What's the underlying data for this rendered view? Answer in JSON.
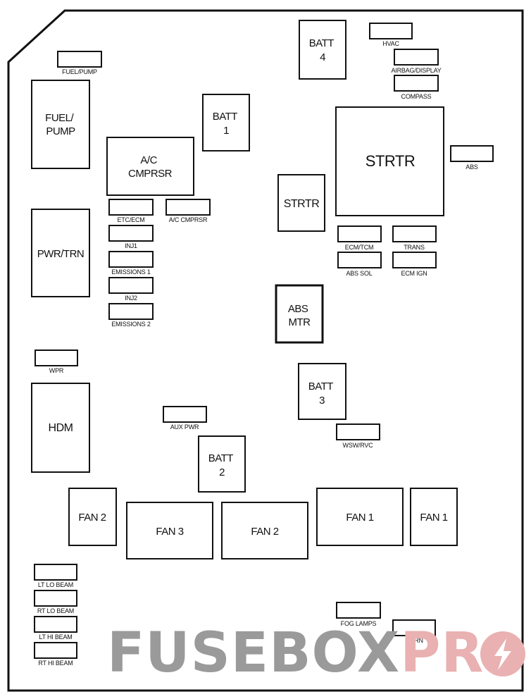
{
  "relays": {
    "batt4": [
      "BATT",
      "4"
    ],
    "batt1": [
      "BATT",
      "1"
    ],
    "fuel_pump": [
      "FUEL/",
      "PUMP"
    ],
    "ac_cmprsr": [
      "A/C",
      "CMPRSR"
    ],
    "strtr_large": [
      "STRTR"
    ],
    "strtr_small": [
      "STRTR"
    ],
    "pwr_trn": [
      "PWR/TRN"
    ],
    "abs_mtr": [
      "ABS",
      "MTR"
    ],
    "batt3": [
      "BATT",
      "3"
    ],
    "hdm": [
      "HDM"
    ],
    "batt2": [
      "BATT",
      "2"
    ],
    "fan2_left": [
      "FAN 2"
    ],
    "fan3": [
      "FAN 3"
    ],
    "fan2_mid": [
      "FAN 2"
    ],
    "fan1_mid": [
      "FAN 1"
    ],
    "fan1_right": [
      "FAN 1"
    ]
  },
  "fuses": {
    "hvac": "HVAC",
    "airbag_display": "AIRBAG/DISPLAY",
    "compass": "COMPASS",
    "fuel_pump": "FUEL/PUMP",
    "abs": "ABS",
    "etc_ecm": "ETC/ECM",
    "ac_cmprsr": "A/C CMPRSR",
    "inj1": "INJ1",
    "emissions1": "EMISSIONS 1",
    "inj2": "INJ2",
    "emissions2": "EMISSIONS 2",
    "ecm_tcm": "ECM/TCM",
    "trans": "TRANS",
    "abs_sol": "ABS SOL",
    "ecm_ign": "ECM IGN",
    "wpr": "WPR",
    "aux_pwr": "AUX PWR",
    "wsw_rvc": "WSW/RVC",
    "lt_lo_beam": "LT LO BEAM",
    "rt_lo_beam": "RT LO BEAM",
    "lt_hi_beam": "LT HI BEAM",
    "rt_hi_beam": "RT HI BEAM",
    "fog_lamps": "FOG LAMPS",
    "horn": "HORN"
  },
  "watermark": {
    "part1": "FUSEBOX",
    "part2": "PR",
    "color1": "#9a9a9a",
    "color2": "#e9b1b1"
  }
}
